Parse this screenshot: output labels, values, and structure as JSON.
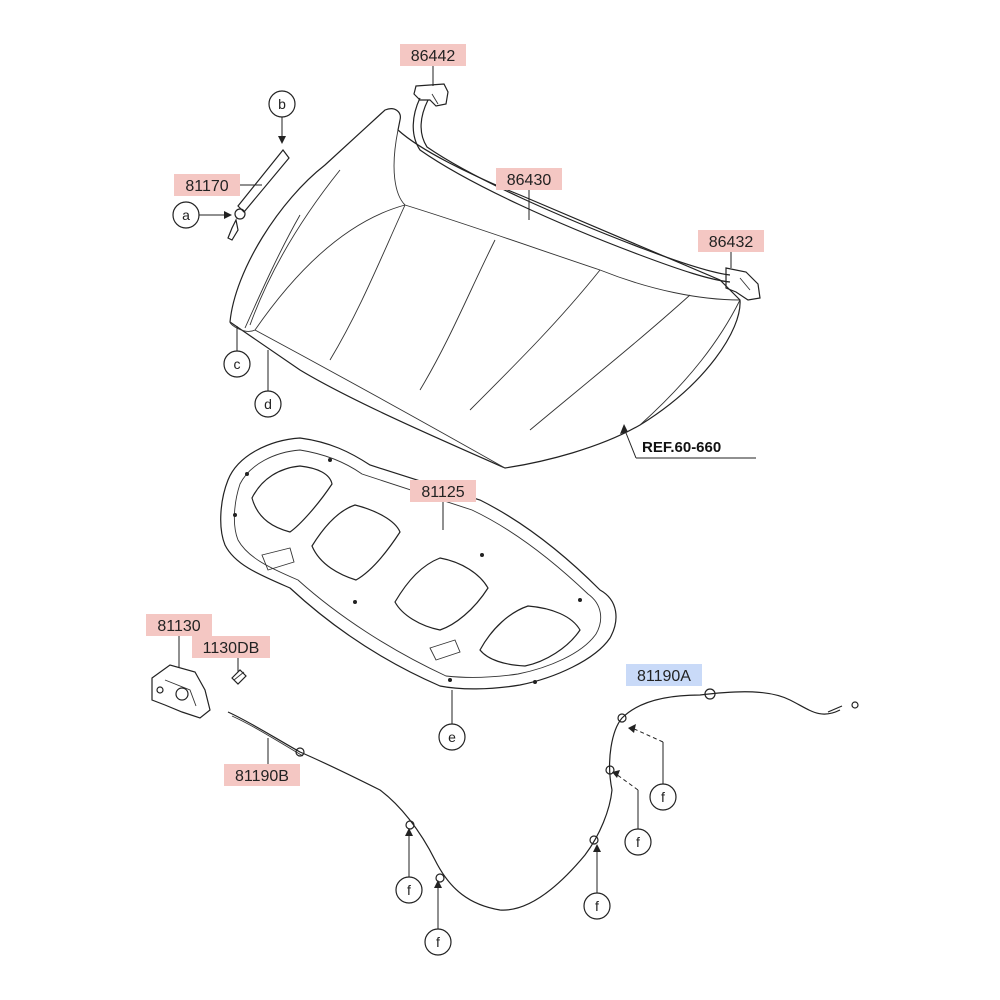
{
  "colors": {
    "label_red_bg": "#f4c7c3",
    "label_blue_bg": "#c9daf8",
    "line": "#222222"
  },
  "part_numbers": {
    "p86442": "86442",
    "p81170": "81170",
    "p86430": "86430",
    "p86432": "86432",
    "p81125": "81125",
    "p81130": "81130",
    "p1130DB": "1130DB",
    "p81190A": "81190A",
    "p81190B": "81190B"
  },
  "reference": "REF.60-660",
  "callouts": {
    "a": "a",
    "b": "b",
    "c": "c",
    "d": "d",
    "e": "e",
    "f": "f"
  }
}
